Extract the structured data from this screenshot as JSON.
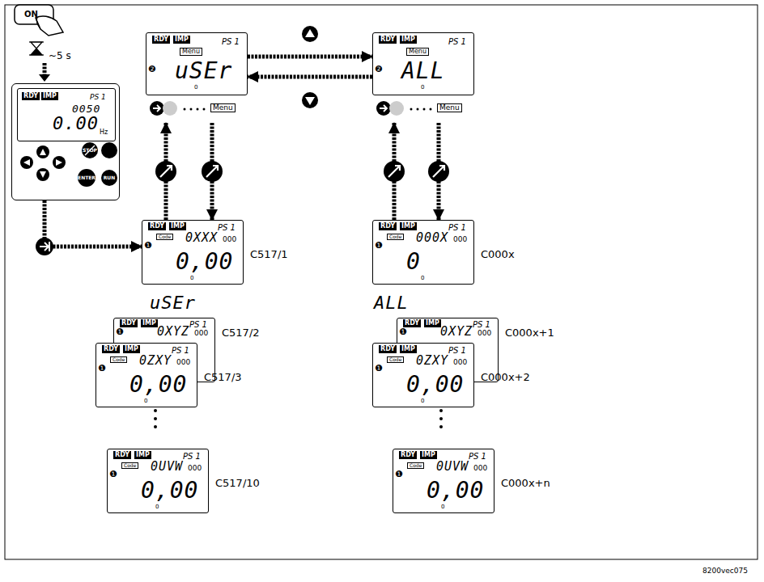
{
  "diagram": {
    "nodes": [
      {
        "text": [
          "RDY",
          "IMP",
          "PS 1",
          "0050",
          "0.00",
          "Hz",
          "STOP",
          "ENTER",
          "RUN"
        ]
      },
      {
        "text": [
          "❷",
          "RDY",
          "IMP",
          "Menu",
          "PS 1",
          "uSEr",
          "0",
          "Menu"
        ]
      },
      {
        "text": [
          "❷",
          "RDY",
          "IMP",
          "Menu",
          "PS 1",
          "ALL",
          "0",
          "Menu"
        ]
      },
      {
        "text": [
          "❶",
          "RDY",
          "IMP",
          "Code",
          "PS 1",
          "0XXX",
          "000",
          "0,00",
          "0",
          "C517/1"
        ]
      },
      {
        "text": [
          "❶",
          "RDY",
          "IMP",
          "Code",
          "PS 1",
          "000X",
          "000",
          "0",
          "0",
          "C000x"
        ]
      },
      {
        "text": [
          "❶",
          "RDY",
          "IMP",
          "PS 1",
          "0XYZ",
          "000",
          "C517/2"
        ]
      },
      {
        "text": [
          "❶",
          "RDY",
          "IMP",
          "Code",
          "PS 1",
          "0ZXY",
          "000",
          "0,00",
          "0",
          "C517/3"
        ]
      },
      {
        "text": [
          "❶",
          "RDY",
          "IMP",
          "Code",
          "PS 1",
          "0UVW",
          "000",
          "0,00",
          "0",
          "C517/10"
        ]
      },
      {
        "text": [
          "❶",
          "RDY",
          "IMP",
          "PS 1",
          "0XYZ",
          "000",
          "C000x+1"
        ]
      },
      {
        "text": [
          "❶",
          "RDY",
          "IMP",
          "Code",
          "PS 1",
          "0ZXY",
          "000",
          "0,00",
          "0",
          "C000x+2"
        ]
      },
      {
        "text": [
          "❶",
          "RDY",
          "IMP",
          "Code",
          "PS 1",
          "0UVW",
          "000",
          "0,00",
          "0",
          "C000x+n"
        ]
      }
    ],
    "edges": [
      {
        "from": 0,
        "to": 3,
        "arrow": "to"
      },
      {
        "from": 1,
        "to": 2,
        "arrow": "to"
      },
      {
        "from": 2,
        "to": 1,
        "arrow": "to"
      },
      {
        "from": 3,
        "to": 1,
        "arrow": "to"
      },
      {
        "from": 1,
        "to": 3,
        "arrow": "to"
      },
      {
        "from": 4,
        "to": 2,
        "arrow": "to"
      },
      {
        "from": 2,
        "to": 4,
        "arrow": "to"
      }
    ],
    "labels": [
      "ON",
      "~5 s",
      "uSEr",
      "ALL",
      "8200vec075"
    ]
  }
}
